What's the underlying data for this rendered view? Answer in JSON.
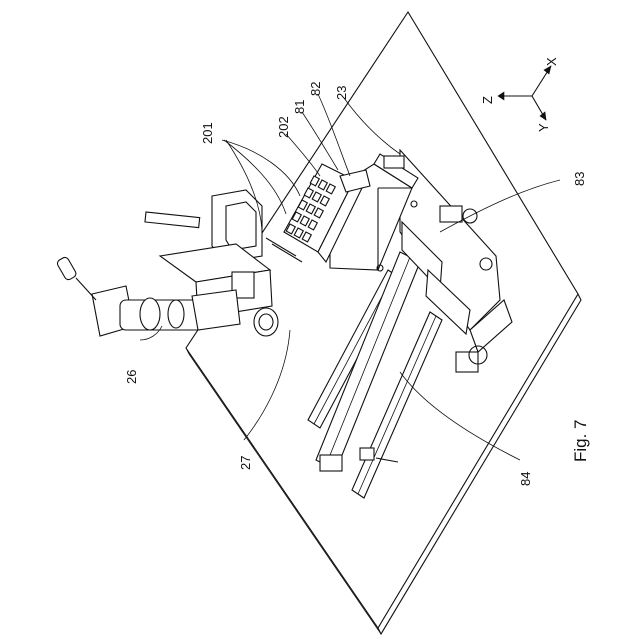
{
  "figure": {
    "caption": "Fig. 7",
    "axes": {
      "x": "X",
      "y": "Y",
      "z": "Z"
    },
    "labels": {
      "l201": "201",
      "l202": "202",
      "l81": "81",
      "l82": "82",
      "l23": "23",
      "l83": "83",
      "l26": "26",
      "l27": "27",
      "l84": "84"
    }
  }
}
